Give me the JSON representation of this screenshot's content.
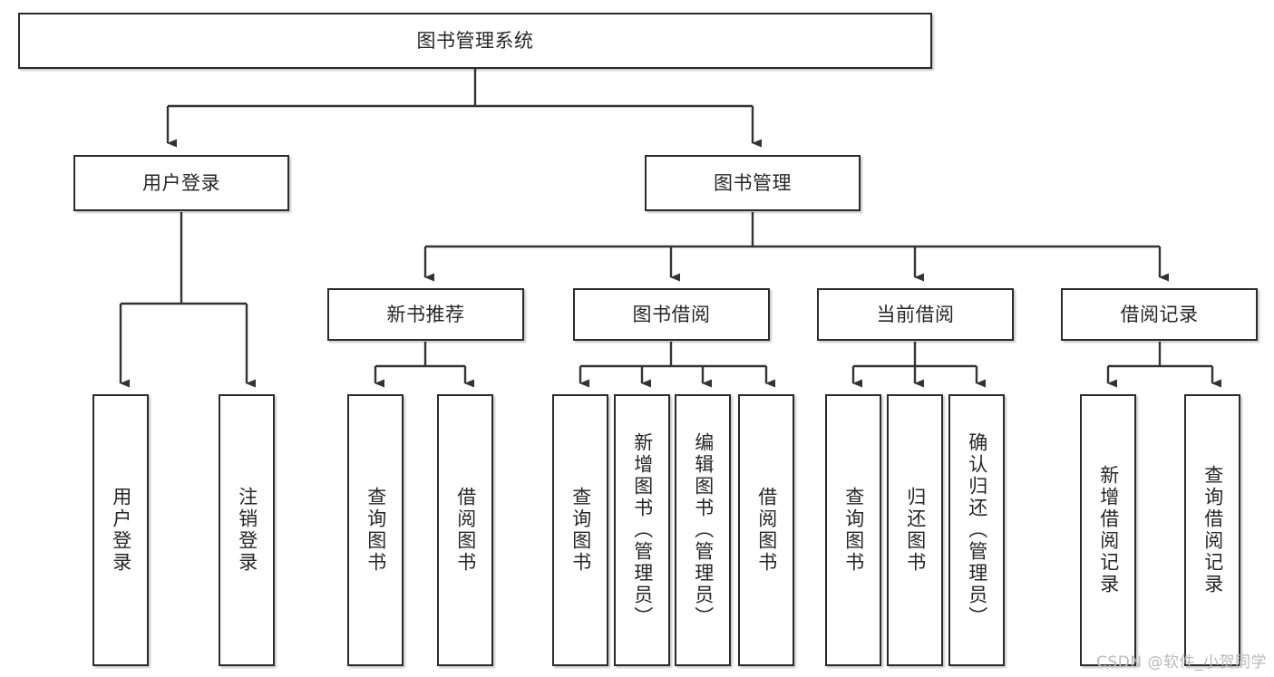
{
  "diagram": {
    "title": "图书管理系统",
    "type": "tree-hierarchy-chart",
    "watermark": "CSDN @软件_小贺同学",
    "colors": {
      "box_border": "#2b2b2b",
      "box_fill": "#ffffff",
      "edge": "#333333",
      "text": "#262626",
      "watermark": "#b9b9b9"
    }
  },
  "nodes": {
    "root": {
      "label": "图书管理系统"
    },
    "level2": [
      {
        "label": "用户登录"
      },
      {
        "label": "图书管理"
      }
    ],
    "level3": [
      {
        "label": "新书推荐"
      },
      {
        "label": "图书借阅"
      },
      {
        "label": "当前借阅"
      },
      {
        "label": "借阅记录"
      }
    ],
    "leaves_user_login": [
      {
        "label": "用户登录"
      },
      {
        "label": "注销登录"
      }
    ],
    "leaves_new_book": [
      {
        "label": "查询图书"
      },
      {
        "label": "借阅图书"
      }
    ],
    "leaves_borrow": [
      {
        "label": "查询图书"
      },
      {
        "label": "新增图书（管理员）"
      },
      {
        "label": "编辑图书（管理员）"
      },
      {
        "label": "借阅图书"
      }
    ],
    "leaves_current": [
      {
        "label": "查询图书"
      },
      {
        "label": "归还图书"
      },
      {
        "label": "确认归还（管理员）"
      }
    ],
    "leaves_record": [
      {
        "label": "新增借阅记录"
      },
      {
        "label": "查询借阅记录"
      }
    ]
  }
}
